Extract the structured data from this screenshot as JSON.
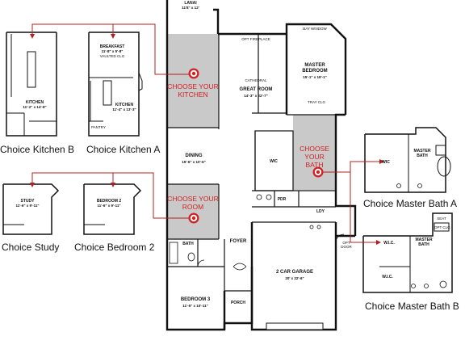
{
  "captions": {
    "choice_kitchen_b": "Choice Kitchen B",
    "choice_kitchen_a": "Choice Kitchen A",
    "choice_study": "Choice Study",
    "choice_bedroom_2": "Choice Bedroom 2",
    "choice_master_bath_a": "Choice Master Bath A",
    "choice_master_bath_b": "Choice Master Bath B"
  },
  "callouts": {
    "kitchen": [
      "CHOOSE YOUR",
      "KITCHEN"
    ],
    "room": [
      "CHOOSE YOUR",
      "ROOM"
    ],
    "bath": [
      "CHOOSE YOUR",
      "BATH"
    ]
  },
  "rooms": {
    "lanai": {
      "name": "LANAI",
      "dims": "11'8\" x 12'"
    },
    "bay_window": {
      "name": "BAY WINDOW"
    },
    "master_bedroom": {
      "name": "MASTER BEDROOM",
      "dims": "15'-1\" x 18'-1\""
    },
    "tray_clg": {
      "name": "TRAY CLG"
    },
    "opt_fireplace": {
      "name": "OPT FIREPLACE"
    },
    "cathedral": {
      "name": "CATHEDRAL"
    },
    "great_room": {
      "name": "GREAT ROOM",
      "dims": "14'-3\" x 22'-7\""
    },
    "dining": {
      "name": "DINING",
      "dims": "15'-6\" x 10'-6\""
    },
    "wic_main": {
      "name": "WIC"
    },
    "laundry": {
      "name": "LDY"
    },
    "pdr": {
      "name": "PDR"
    },
    "foyer": {
      "name": "FOYER"
    },
    "garage": {
      "name": "2 CAR GARAGE",
      "dims": "20' x 22'-6\""
    },
    "bath_main": {
      "name": "BATH"
    },
    "bedroom3": {
      "name": "BEDROOM 3",
      "dims": "11'-5\" x 10'-11\""
    },
    "porch": {
      "name": "PORCH"
    },
    "opt_door": {
      "name": "OPT DOOR"
    },
    "kitchen_b": {
      "name": "KITCHEN",
      "dims": "11'-2\" x 14'-8\""
    },
    "breakfast_a": {
      "name": "BREAKFAST",
      "dims": "11'-8\" x 5'-8\""
    },
    "kitchen_a": {
      "name": "KITCHEN",
      "dims": "11'-4\" x 13'-3\""
    },
    "vaulted": {
      "name": "VAULTED CLG"
    },
    "pantry": {
      "name": "PANTRY"
    },
    "study": {
      "name": "STUDY",
      "dims": "11'-6\" x 9'-11\""
    },
    "bedroom2": {
      "name": "BEDROOM 2",
      "dims": "11'-6\" x 9'-11\""
    },
    "wic_a": {
      "name": "WIC"
    },
    "master_bath_a": {
      "name": "MASTER BATH"
    },
    "master_bath_b": {
      "name": "MASTER BATH"
    },
    "wlc_b1": {
      "name": "W.I.C."
    },
    "wlc_b2": {
      "name": "W.I.C."
    },
    "seat": {
      "name": "SEAT"
    },
    "opt_clg": {
      "name": "OPT CLG"
    }
  },
  "colors": {
    "highlight": "#c9c9c9",
    "accent": "#d42020",
    "line": "#111111"
  }
}
